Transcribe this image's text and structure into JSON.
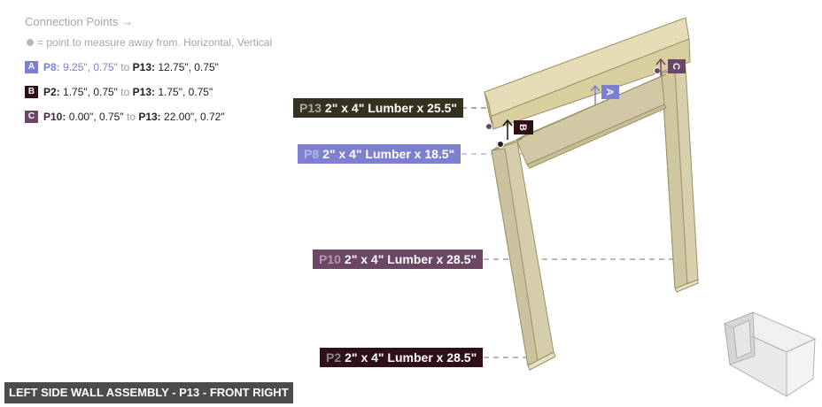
{
  "legend": {
    "title": "Connection Points →",
    "note": "= point to measure away from. Horizontal, Vertical",
    "connections": [
      {
        "badge": "A",
        "color": "#7c80cf",
        "from_part": "P8:",
        "from_coords": "9.25\", 0.75\"",
        "to_word": "to",
        "to_part": "P13:",
        "to_coords": "12.75\", 0.75\""
      },
      {
        "badge": "B",
        "color": "#2f1018",
        "from_part": "P2:",
        "from_coords": "1.75\", 0.75\"",
        "to_word": "to",
        "to_part": "P13:",
        "to_coords": "1.75\", 0.75\""
      },
      {
        "badge": "C",
        "color": "#6b4766",
        "from_part": "P10:",
        "from_coords": "0.00\", 0.75\"",
        "to_word": "to",
        "to_part": "P13:",
        "to_coords": "22.00\", 0.72\""
      }
    ]
  },
  "parts": [
    {
      "id": "P13",
      "desc": "2\" x 4\" Lumber  x 25.5\"",
      "color": "#34321f"
    },
    {
      "id": "P8",
      "desc": "2\" x 4\" Lumber  x 18.5\"",
      "color": "#7c80cf"
    },
    {
      "id": "P10",
      "desc": "2\" x 4\" Lumber  x 28.5\"",
      "color": "#6b4766"
    },
    {
      "id": "P2",
      "desc": "2\" x 4\" Lumber  x 28.5\"",
      "color": "#2f1018"
    }
  ],
  "markers": {
    "a": "A",
    "b": "B",
    "c": "C"
  },
  "footer": {
    "title": "LEFT SIDE WALL ASSEMBLY - P13 - FRONT RIGHT"
  }
}
